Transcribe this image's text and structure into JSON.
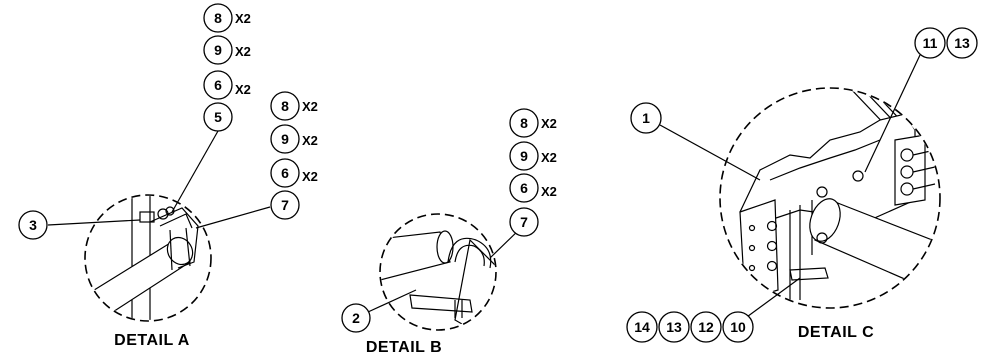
{
  "details": [
    {
      "title": "DETAIL A",
      "callouts": [
        {
          "label": "8",
          "qty": "X2"
        },
        {
          "label": "9",
          "qty": "X2"
        },
        {
          "label": "6",
          "qty": "X2"
        },
        {
          "label": "5",
          "qty": ""
        },
        {
          "label": "8",
          "qty": "X2"
        },
        {
          "label": "9",
          "qty": "X2"
        },
        {
          "label": "6",
          "qty": "X2"
        },
        {
          "label": "7",
          "qty": ""
        },
        {
          "label": "3",
          "qty": ""
        }
      ]
    },
    {
      "title": "DETAIL B",
      "callouts": [
        {
          "label": "8",
          "qty": "X2"
        },
        {
          "label": "9",
          "qty": "X2"
        },
        {
          "label": "6",
          "qty": "X2"
        },
        {
          "label": "7",
          "qty": ""
        },
        {
          "label": "2",
          "qty": ""
        }
      ]
    },
    {
      "title": "DETAIL C",
      "callouts": [
        {
          "label": "1",
          "qty": ""
        },
        {
          "label": "11",
          "qty": ""
        },
        {
          "label": "13",
          "qty": ""
        },
        {
          "label": "14",
          "qty": ""
        },
        {
          "label": "13",
          "qty": ""
        },
        {
          "label": "12",
          "qty": ""
        },
        {
          "label": "10",
          "qty": ""
        }
      ]
    }
  ]
}
